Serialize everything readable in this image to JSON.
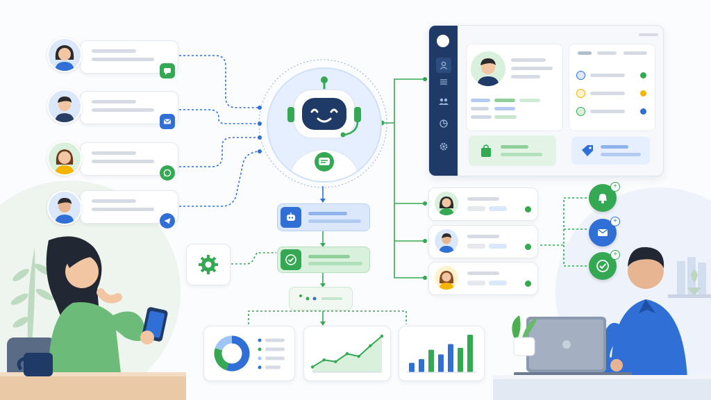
{
  "colors": {
    "green": "#34a853",
    "green_light": "#d8f0dc",
    "blue": "#2f6fd6",
    "blue_light": "#dbe8fb",
    "navy": "#1f3a66",
    "gray_line": "#d6dbe3",
    "yellow": "#f5b400",
    "dashed_blue": "#2f6fd6",
    "dashed_green": "#34a853"
  },
  "icons": {
    "channel_badges": [
      "chat-bubble-icon",
      "email-icon",
      "whatsapp-icon",
      "telegram-icon"
    ],
    "dashboard_sidebar": [
      "user-icon",
      "list-icon",
      "team-icon",
      "pie-chart-icon",
      "settings-icon"
    ],
    "notifications": [
      "bell-icon",
      "mail-icon",
      "check-icon"
    ],
    "flow": [
      "robot-icon",
      "check-icon",
      "gear-icon"
    ]
  },
  "chart_data": [
    {
      "type": "pie",
      "values": [
        55,
        25,
        20
      ],
      "colors": [
        "#2f6fd6",
        "#34a853",
        "#9ec5f5"
      ]
    },
    {
      "type": "area",
      "values": [
        12,
        28,
        24,
        42,
        36,
        60,
        82
      ]
    },
    {
      "type": "bar",
      "values": [
        20,
        28,
        48,
        38,
        60,
        52,
        80
      ],
      "colors": [
        "#2f6fd6",
        "#2f6fd6",
        "#34a853",
        "#2f6fd6",
        "#2f6fd6",
        "#34a853",
        "#34a853"
      ]
    }
  ]
}
